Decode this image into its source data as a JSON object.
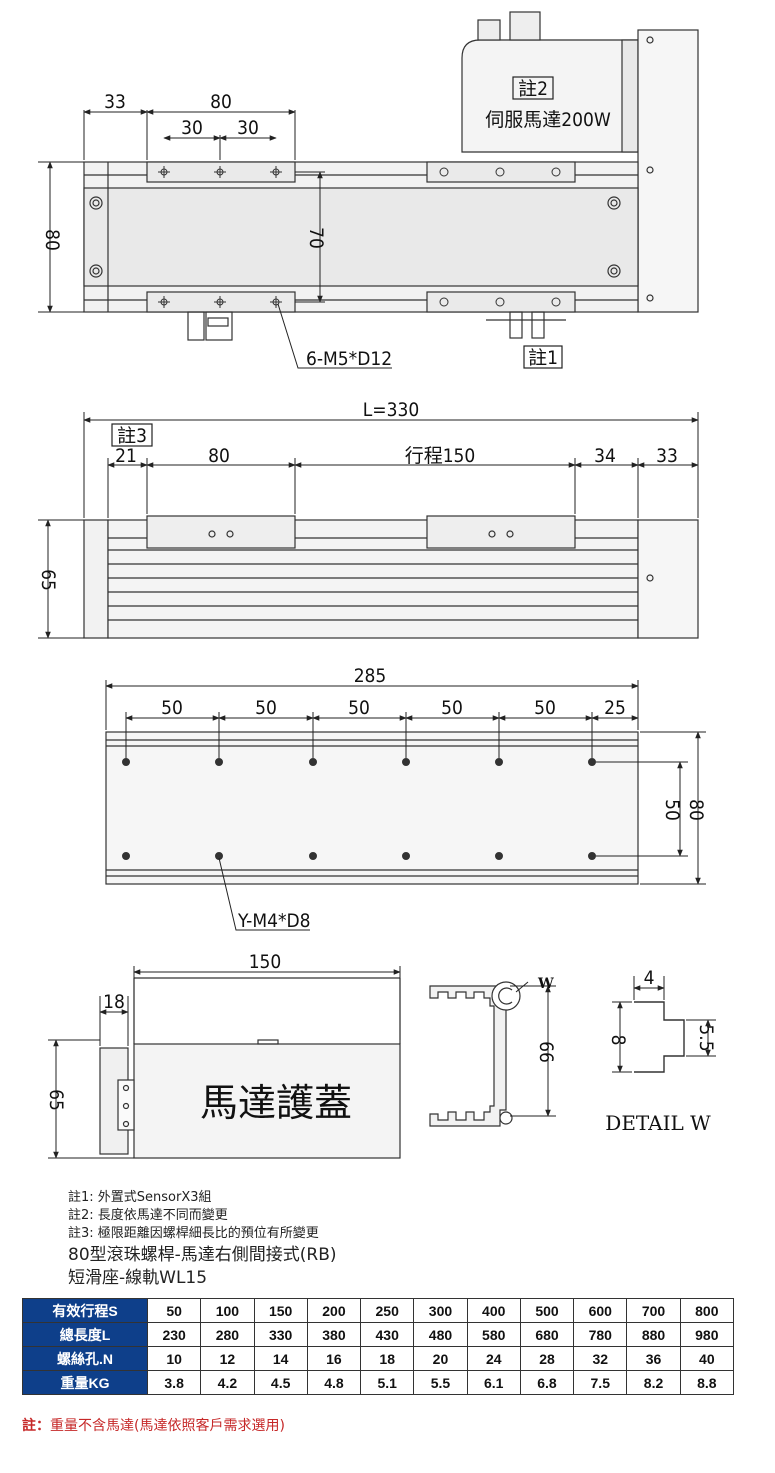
{
  "top_view": {
    "dim_33": "33",
    "dim_80": "80",
    "dim_30a": "30",
    "dim_30b": "30",
    "dim_height": "80",
    "dim_70": "70",
    "motor_note_tag": "註2",
    "motor_label": "伺服馬達200W",
    "sensor_note_tag": "註1",
    "hole_callout": "6-M5*D12"
  },
  "side_view": {
    "dim_length": "L=330",
    "note3_tag": "註3",
    "dim_21": "21",
    "dim_80": "80",
    "dim_stroke": "行程150",
    "dim_34": "34",
    "dim_33": "33",
    "dim_65": "65"
  },
  "bottom_view": {
    "dim_285": "285",
    "dim_pitch": [
      "50",
      "50",
      "50",
      "50",
      "50",
      "25"
    ],
    "dim_50": "50",
    "dim_80": "80",
    "hole_callout": "Y-M4*D8"
  },
  "cover_view": {
    "dim_150": "150",
    "dim_18": "18",
    "dim_65": "65",
    "label": "馬達護蓋"
  },
  "profile_view": {
    "w_label": "W",
    "dim_66": "66"
  },
  "detail_view": {
    "dim_4": "4",
    "dim_8": "8",
    "dim_55": "5.5",
    "title": "DETAIL W"
  },
  "notes": [
    "註1: 外置式SensorX3組",
    "註2: 長度依馬達不同而變更",
    "註3: 極限距離因螺桿細長比的預位有所變更"
  ],
  "product_title_line1": "80型滾珠螺桿-馬達右側間接式(RB)",
  "product_title_line2": "短滑座-線軌WL15",
  "spec_table": {
    "header_color": "#0e3f8a",
    "rows": [
      {
        "label": "有效行程S",
        "values": [
          "50",
          "100",
          "150",
          "200",
          "250",
          "300",
          "400",
          "500",
          "600",
          "700",
          "800"
        ]
      },
      {
        "label": "總長度L",
        "values": [
          "230",
          "280",
          "330",
          "380",
          "430",
          "480",
          "580",
          "680",
          "780",
          "880",
          "980"
        ]
      },
      {
        "label": "螺絲孔.N",
        "values": [
          "10",
          "12",
          "14",
          "16",
          "18",
          "20",
          "24",
          "28",
          "32",
          "36",
          "40"
        ]
      },
      {
        "label": "重量KG",
        "values": [
          "3.8",
          "4.2",
          "4.5",
          "4.8",
          "5.1",
          "5.5",
          "6.1",
          "6.8",
          "7.5",
          "8.2",
          "8.8"
        ]
      }
    ]
  },
  "footer_prefix": "註：",
  "footer_text": "重量不含馬達(馬達依照客戶需求選用)",
  "footer_color": "#c62828"
}
